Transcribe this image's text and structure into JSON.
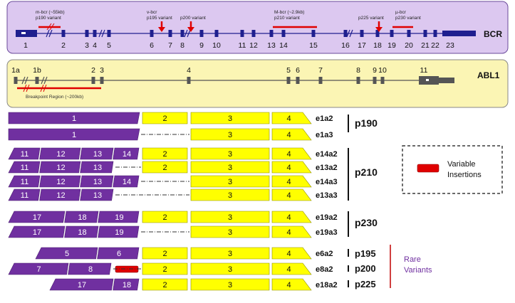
{
  "bcr": {
    "label": "BCR",
    "exons": [
      "1",
      "2",
      "3",
      "4",
      "5",
      "6",
      "7",
      "8",
      "9",
      "10",
      "11",
      "12",
      "13",
      "14",
      "15",
      "16",
      "17",
      "18",
      "19",
      "20",
      "21",
      "22",
      "23"
    ],
    "annotations": [
      {
        "line1": "m-bcr (~55kb)",
        "line2": "p190 variant"
      },
      {
        "line1": "v-bcr",
        "line2": "p195 variant"
      },
      {
        "line1": "p200 variant",
        "line2": ""
      },
      {
        "line1": "M-bcr (~2.9kb)",
        "line2": "p210 variant"
      },
      {
        "line1": "p225 variant",
        "line2": ""
      },
      {
        "line1": "µ-bcr",
        "line2": "p230 variant"
      }
    ]
  },
  "abl1": {
    "label": "ABL1",
    "exons": [
      "1a",
      "1b",
      "2",
      "3",
      "4",
      "5",
      "6",
      "7",
      "8",
      "9",
      "10",
      "11"
    ],
    "breakpoint_label": "Breakpoint Region (~200kb)"
  },
  "transcripts": [
    {
      "name": "e1a2",
      "bcr": [
        "1"
      ],
      "abl": [
        "2",
        "3",
        "4"
      ]
    },
    {
      "name": "e1a3",
      "bcr": [
        "1"
      ],
      "abl": [
        "3",
        "4"
      ]
    },
    {
      "name": "e14a2",
      "bcr": [
        "11",
        "12",
        "13",
        "14"
      ],
      "abl": [
        "2",
        "3",
        "4"
      ]
    },
    {
      "name": "e13a2",
      "bcr": [
        "11",
        "12",
        "13"
      ],
      "abl": [
        "2",
        "3",
        "4"
      ]
    },
    {
      "name": "e14a3",
      "bcr": [
        "11",
        "12",
        "13",
        "14"
      ],
      "abl": [
        "3",
        "4"
      ]
    },
    {
      "name": "e13a3",
      "bcr": [
        "11",
        "12",
        "13"
      ],
      "abl": [
        "3",
        "4"
      ]
    },
    {
      "name": "e19a2",
      "bcr": [
        "17",
        "18",
        "19"
      ],
      "abl": [
        "2",
        "3",
        "4"
      ]
    },
    {
      "name": "e19a3",
      "bcr": [
        "17",
        "18",
        "19"
      ],
      "abl": [
        "3",
        "4"
      ]
    },
    {
      "name": "e6a2",
      "bcr": [
        "5",
        "6"
      ],
      "abl": [
        "2",
        "3",
        "4"
      ]
    },
    {
      "name": "e8a2",
      "bcr": [
        "7",
        "8"
      ],
      "abl": [
        "2",
        "3",
        "4"
      ]
    },
    {
      "name": "e18a2",
      "bcr": [
        "17",
        "18"
      ],
      "abl": [
        "2",
        "3",
        "4"
      ]
    }
  ],
  "proteins": [
    "p190",
    "p210",
    "p230",
    "p195",
    "p200",
    "p225"
  ],
  "legend": {
    "line1": "Variable",
    "line2": "Insertions"
  },
  "rare": {
    "line1": "Rare",
    "line2": "Variants"
  },
  "colors": {
    "purple": "#7030a0",
    "yellow": "#ffff00",
    "red": "#e00000",
    "navy": "#1f1f8f",
    "bcr_bg": "#dcc8f0",
    "abl_bg": "#fbf5b4"
  }
}
